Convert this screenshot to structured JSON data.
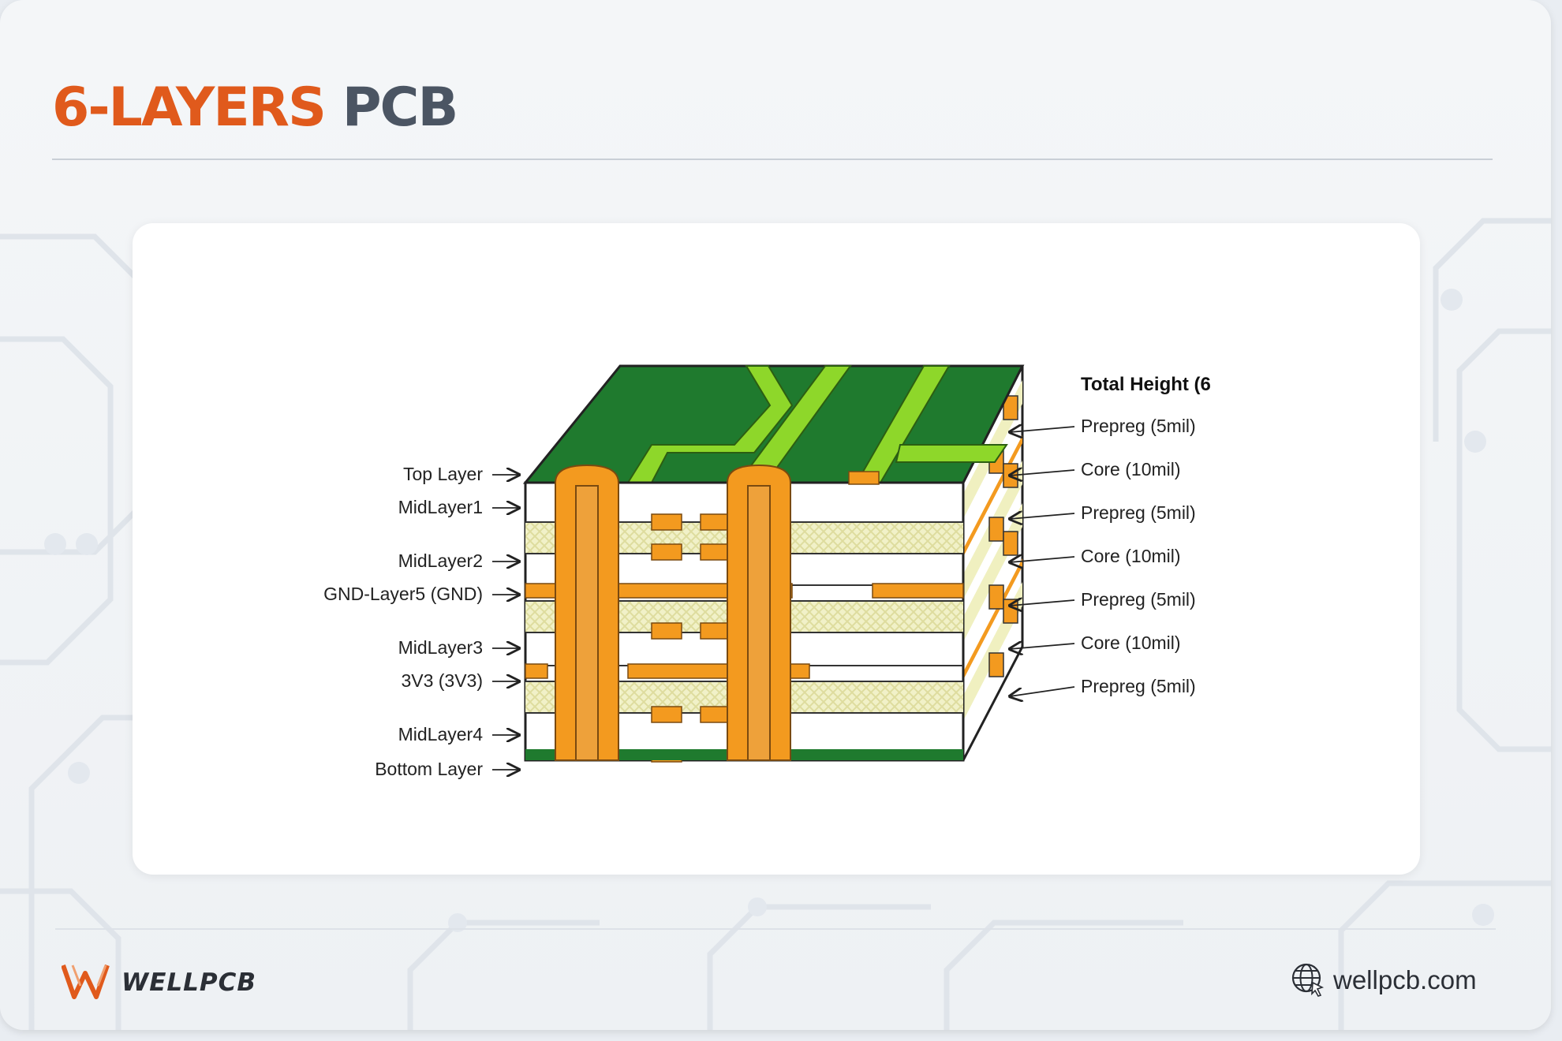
{
  "header": {
    "title_accent": "6-LAYERS",
    "title_main": "PCB"
  },
  "diagram": {
    "left_labels": [
      "Top Layer",
      "MidLayer1",
      "MidLayer2",
      "GND-Layer5 (GND)",
      "MidLayer3",
      "3V3 (3V3)",
      "MidLayer4",
      "Bottom Layer"
    ],
    "right_title": "Total Height (6",
    "right_labels": [
      "Prepreg (5mil)",
      "Core (10mil)",
      "Prepreg (5mil)",
      "Core (10mil)",
      "Prepreg (5mil)",
      "Core (10mil)",
      "Prepreg (5mil)"
    ]
  },
  "footer": {
    "brand": "WELLPCB",
    "website": "wellpcb.com"
  },
  "colors": {
    "accent": "#e05a1c",
    "title_gray": "#4b5563",
    "pcb_green": "#1f7a2e",
    "trace_green": "#7ed321",
    "copper": "#f39a1f",
    "prepreg": "#f0f0c0"
  }
}
